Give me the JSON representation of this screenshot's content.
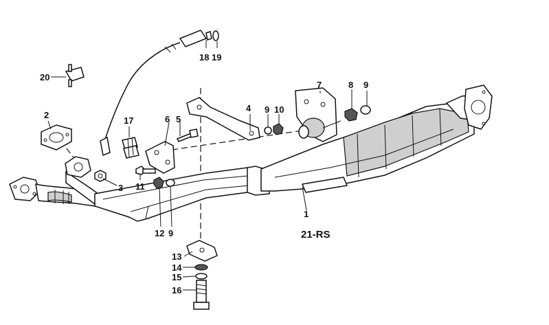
{
  "diagram_code": "21-RS",
  "callouts": [
    "1",
    "2",
    "3",
    "4",
    "5",
    "6",
    "7",
    "8",
    "9",
    "10",
    "11",
    "12",
    "9",
    "13",
    "14",
    "15",
    "16",
    "17",
    "18",
    "19",
    "20"
  ]
}
